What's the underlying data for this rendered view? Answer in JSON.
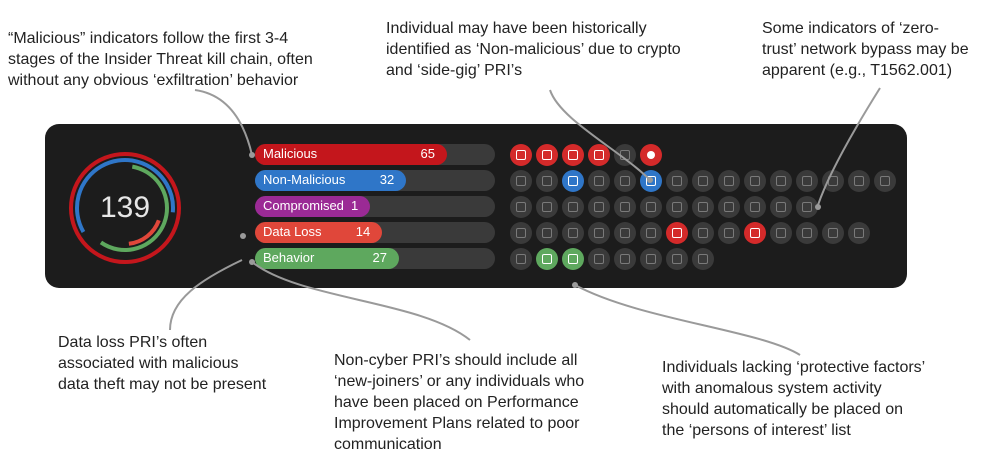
{
  "callouts": {
    "malicious_note": [
      "“Malicious” indicators follow the first 3-4",
      "stages of the Insider Threat kill chain, often",
      "without any obvious ‘exfiltration’ behavior"
    ],
    "non_malicious_note": [
      "Individual may have been historically",
      "identified as ‘Non-malicious’ due to crypto",
      "and ‘side-gig’ PRI’s"
    ],
    "zero_trust_note": [
      "Some indicators of ‘zero-",
      "trust’ network bypass may be",
      "apparent (e.g., T1562.001)"
    ],
    "data_loss_note": [
      "Data loss PRI’s often",
      "associated with malicious",
      "data theft may not be present"
    ],
    "non_cyber_note": [
      "Non-cyber PRI’s should include all",
      "‘new-joiners’ or any individuals who",
      "have been placed on Performance",
      "Improvement Plans related to poor",
      "communication"
    ],
    "protective_note": [
      "Individuals lacking ‘protective factors’",
      "with anomalous system activity",
      "should automatically be placed on",
      "the ‘persons of interest’ list"
    ]
  },
  "dashboard": {
    "total": "139",
    "categories": [
      {
        "label": "Malicious",
        "count": "65",
        "color": "#c4161c",
        "fill": 0.8
      },
      {
        "label": "Non-Malicious",
        "count": "32",
        "color": "#2f76c8",
        "fill": 0.63
      },
      {
        "label": "Compromised",
        "count": "1",
        "color": "#9b2a95",
        "fill": 0.48
      },
      {
        "label": "Data Loss",
        "count": "14",
        "color": "#e0473a",
        "fill": 0.53
      },
      {
        "label": "Behavior",
        "count": "27",
        "color": "#5ea85e",
        "fill": 0.6
      }
    ],
    "indicator_rows": [
      [
        "red-search-icon",
        "red-shield-icon",
        "red-document-icon",
        "red-mask-icon",
        "gray-arrow-icon",
        "red-record-icon"
      ],
      [
        "gray-inbox-icon",
        "gray-lock-icon",
        "blue-circle-icon",
        "gray-list-icon",
        "gray-minus-icon",
        "blue-document-icon",
        "gray-age-icon",
        "gray-window-icon",
        "gray-window-icon",
        "gray-window-icon",
        "gray-file-icon",
        "gray-window-icon",
        "gray-window-icon",
        "gray-window-icon",
        "gray-window-icon"
      ],
      [
        "gray-int-icon",
        "gray-window-icon",
        "gray-chip-icon",
        "gray-gear-icon",
        "gray-gear-icon",
        "gray-shoe-icon",
        "gray-search-icon",
        "gray-monitor-icon",
        "gray-monitor-icon",
        "gray-file-icon",
        "gray-monitor-icon",
        "gray-user-icon"
      ],
      [
        "gray-wifi-icon",
        "gray-arrow-icon",
        "gray-document-icon",
        "gray-bluetooth-icon",
        "gray-window-icon",
        "gray-window-icon",
        "red-window-icon",
        "gray-window-icon",
        "gray-window-icon",
        "red-window-icon",
        "gray-printer-icon",
        "gray-globe-icon",
        "gray-monitor-icon",
        "gray-usb-icon"
      ],
      [
        "gray-inbox-icon",
        "green-user-icon",
        "green-search-icon",
        "gray-user-icon",
        "gray-file-icon",
        "gray-user-icon",
        "gray-window-icon",
        "gray-file-icon"
      ]
    ]
  }
}
